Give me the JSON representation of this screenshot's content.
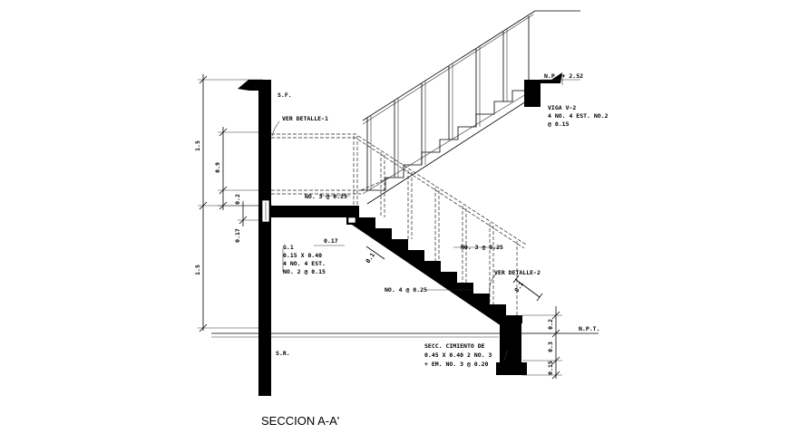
{
  "title": "SECCION A-A'",
  "colors": {
    "background": "#ffffff",
    "ink": "#000000"
  },
  "labels": {
    "sf": "S.F.",
    "ver_detalle_1": "VER DETALLE-1",
    "np_top": "N.P. + 2.52",
    "viga_title": "VIGA V-2",
    "viga_line1": "4 NO. 4 EST. NO.2",
    "viga_line2": "@ 0.15",
    "rebar_mid": "NO. 3 @ 0.25",
    "rebar_flight2": "NO. 3 @ 0.25",
    "rebar_bottom": "NO. 4 @ 0.25",
    "ver_detalle_2": "VER DETALLE-2",
    "beam_title": "G.1",
    "beam_line1": "0.15 X 0.40",
    "beam_line2": "4 NO. 4 EST.",
    "beam_line3": "NO. 2 @ 0.15",
    "sr": "S.R.",
    "npt": "N.P.T.",
    "cim_line1": "SECC. CIMIENTO DE",
    "cim_line2": "0.45 X 0.40 2 NO. 3",
    "cim_line3": "+ EM. NO. 3 @ 0.20"
  },
  "dimensions": {
    "left_upper": "1.5",
    "left_rail": "0.9",
    "left_small": "0.2",
    "left_mid": "0.17",
    "left_lower": "1.5",
    "slab": "0.17",
    "flight_thk": "0.1",
    "stair_right": "0.1",
    "right_top": "0.2",
    "right_mid": "0.3",
    "right_bottom": "0.15"
  }
}
